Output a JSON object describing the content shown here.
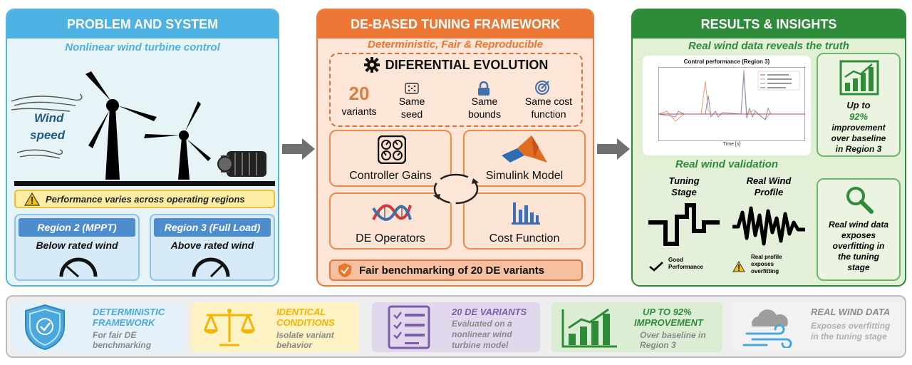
{
  "panel1": {
    "header": "PROBLEM AND SYSTEM",
    "subtitle": "Nonlinear wind turbine control",
    "wind_label_1": "Wind",
    "wind_label_2": "speed",
    "warning": "Performance varies across operating regions",
    "region2_title": "Region 2 (MPPT)",
    "region2_desc": "Below rated wind",
    "region3_title": "Region 3 (Full Load)",
    "region3_desc": "Above rated wind"
  },
  "panel2": {
    "header": "DE-BASED TUNING FRAMEWORK",
    "subtitle": "Deterministic, Fair & Reproducible",
    "de_title": "DIFERENTIAL EVOLUTION",
    "variants_num": "20",
    "variants_label": "variants",
    "seed_1": "Same",
    "seed_2": "seed",
    "bounds_1": "Same",
    "bounds_2": "bounds",
    "cost_1": "Same cost",
    "cost_2": "function",
    "controller_gains": "Controller Gains",
    "simulink_model": "Simulink Model",
    "de_operators": "DE Operators",
    "cost_function": "Cost Function",
    "footer": "Fair benchmarking of 20 DE variants"
  },
  "panel3": {
    "header": "RESULTS & INSIGHTS",
    "subtitle": "Real wind data reveals the truth",
    "chart_title": "Control performance (Region 3)",
    "chart_xlabel": "Time [s]",
    "improvement_1": "Up to",
    "improvement_pct": "92%",
    "improvement_2": "improvement",
    "improvement_3": "over baseline",
    "improvement_4": "in Region 3",
    "validation_title": "Real wind validation",
    "tuning_1": "Tuning",
    "tuning_2": "Stage",
    "tuning_note_1": "Good",
    "tuning_note_2": "Performance",
    "profile_1": "Real Wind",
    "profile_2": "Profile",
    "profile_note_1": "Real profile",
    "profile_note_2": "exposes",
    "profile_note_3": "overfitting",
    "insight_1": "Real wind data",
    "insight_2": "exposes",
    "insight_3": "overfitting in",
    "insight_4": "the tuning",
    "insight_5": "stage"
  },
  "bottom": [
    {
      "title_1": "DETERMINISTIC",
      "title_2": "FRAMEWORK",
      "desc_1": "For fair DE",
      "desc_2": "benchmarking",
      "color": "#4aa8de"
    },
    {
      "title_1": "IDENTICAL",
      "title_2": "CONDITIONS",
      "desc_1": "Isolate variant",
      "desc_2": "behavior",
      "color": "#f4b400"
    },
    {
      "title_1": "20 DE VARIANTS",
      "desc_1": "Evaluated on a",
      "desc_2": "nonlinear wind",
      "desc_3": "turbine model",
      "color": "#7b5ea7"
    },
    {
      "title_1": "UP TO 92%",
      "title_2": "IMPROVEMENT",
      "desc_1": "Over baseline in",
      "desc_2": "Region 3",
      "color": "#2e8b3a"
    },
    {
      "title_1": "REAL WIND DATA",
      "desc_1": "Exposes overfitting",
      "desc_2": "in the tuning stage",
      "color": "#9e9e9e"
    }
  ]
}
